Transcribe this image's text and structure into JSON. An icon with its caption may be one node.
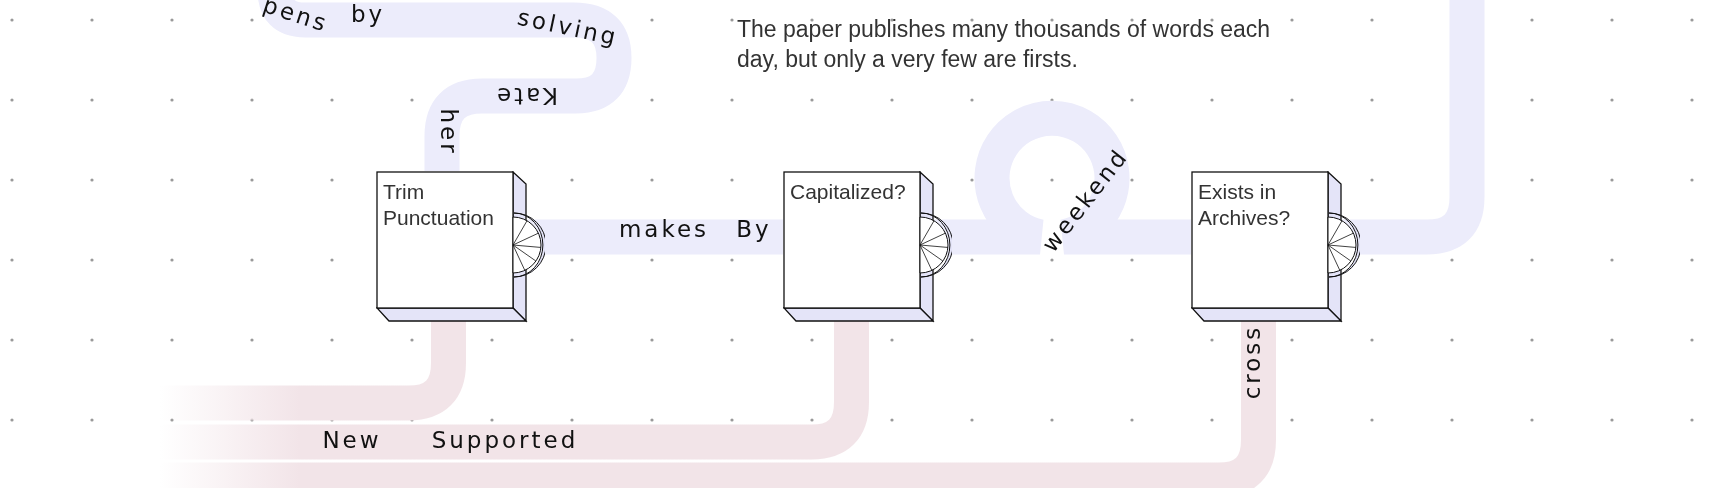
{
  "diagram": {
    "nodes": [
      {
        "text": [
          "Trim Punctuation"
        ]
      },
      {
        "text": [
          "Capitalized?"
        ]
      },
      {
        "text": [
          "Exists in Archives?"
        ]
      }
    ],
    "edges": [
      {
        "from": null,
        "to": 0,
        "arrow": "none"
      },
      {
        "from": 0,
        "to": 1,
        "arrow": "none"
      },
      {
        "from": 1,
        "to": 2,
        "arrow": "none"
      },
      {
        "from": 2,
        "to": null,
        "arrow": "none"
      },
      {
        "from": 0,
        "to": null,
        "arrow": "none",
        "color": "#f2e4e8"
      },
      {
        "from": 1,
        "to": null,
        "arrow": "none",
        "color": "#f2e4e8"
      },
      {
        "from": 2,
        "to": null,
        "arrow": "none",
        "color": "#f2e4e8"
      }
    ],
    "labels": [
      "pens",
      "by",
      "solving",
      "The paper publishes many thousands of words each day, but only a very few are firsts.",
      "Kate",
      "her",
      "makes",
      "By",
      "weekend",
      "cross",
      "New",
      "Supported"
    ]
  }
}
